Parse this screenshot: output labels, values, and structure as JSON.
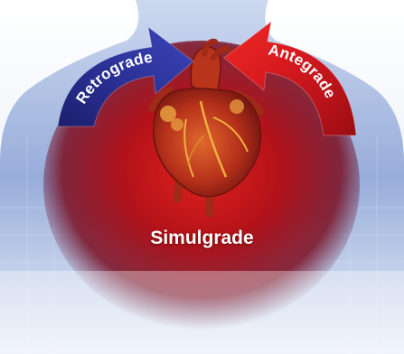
{
  "labels": {
    "retrograde": "Retrograde",
    "antegrade": "Antegrade",
    "simulgrade": "Simulgrade"
  },
  "colors": {
    "retrograde_arrow": "#2a2f8c",
    "antegrade_arrow": "#d0151b",
    "body": "#9fb3d8",
    "chest_glow": "#b8101a",
    "heart": "#c23a1a"
  },
  "icons": {
    "heart": "anatomical-heart-icon",
    "retrograde_arrow": "curved-arrow-left-icon",
    "antegrade_arrow": "curved-arrow-right-icon"
  }
}
